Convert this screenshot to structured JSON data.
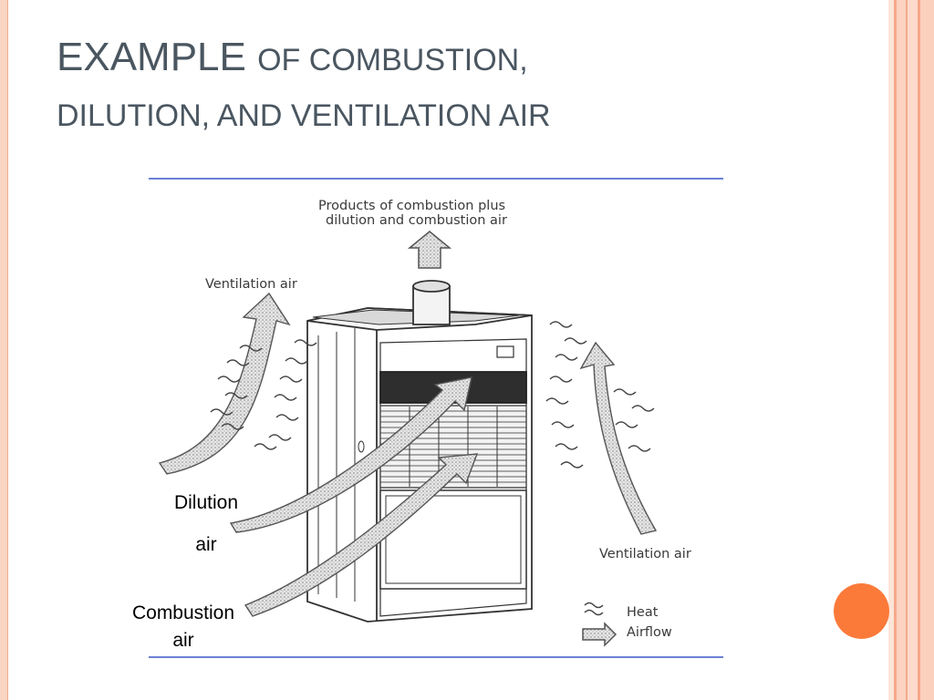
{
  "slide": {
    "title_part1": "EXAMPLE",
    "title_part2": "of combustion,",
    "title_part3": "dilution, and ventilation air"
  },
  "diagram": {
    "labels": {
      "products": "Products of combustion plus",
      "products_2": "dilution and combustion air",
      "ventilation_left": "Ventilation air",
      "ventilation_right": "Ventilation air",
      "legend_heat": "Heat",
      "legend_airflow": "Airflow"
    },
    "overlay": {
      "dilution": "Dilution",
      "dilution_2": "air",
      "combustion": "Combustion",
      "combustion_2": "air"
    }
  },
  "colors": {
    "accent_orange": "#fb7a3a",
    "border_peach": "#fbd5c3",
    "rule_blue": "#6b7fd6",
    "title_gray": "#4a5660"
  }
}
